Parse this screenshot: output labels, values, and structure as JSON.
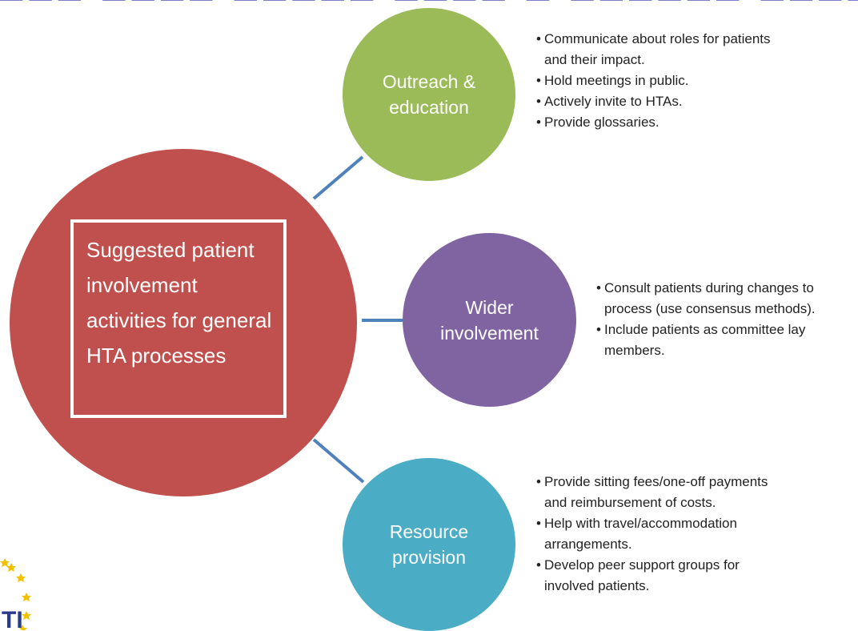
{
  "main_topic": "Suggested patient involvement activities for general HTA processes",
  "nodes": [
    {
      "title": "Outreach & education",
      "bullets": [
        "Communicate about roles for patients and their impact.",
        "Hold meetings in public.",
        "Actively invite to HTAs.",
        "Provide glossaries."
      ]
    },
    {
      "title": "Wider involvement",
      "bullets": [
        "Consult patients during changes to process (use consensus methods).",
        "Include patients as committee lay members."
      ]
    },
    {
      "title": "Resource provision",
      "bullets": [
        "Provide sitting fees/one-off payments and reimbursement of costs.",
        "Help with travel/accommodation arrangements.",
        "Develop  peer support groups for involved patients."
      ]
    }
  ],
  "colors": {
    "main": "#c0504d",
    "outreach": "#9bbb59",
    "wider": "#8064a2",
    "resource": "#4bacc6",
    "connector": "#4f81bd",
    "title_text": "#5353b8",
    "logo_star": "#f2c200"
  },
  "logo": {
    "icon": "eu-stars-logo",
    "text": "TI"
  }
}
